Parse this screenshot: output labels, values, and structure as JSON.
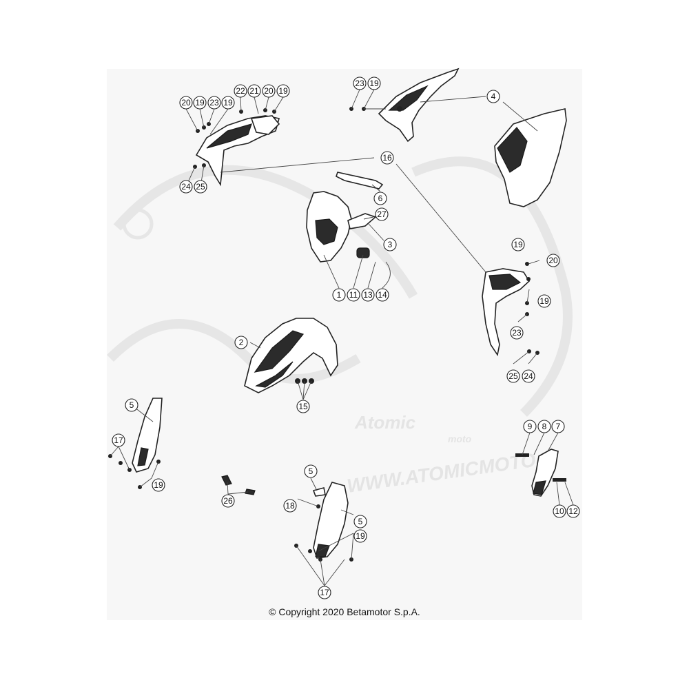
{
  "watermark": {
    "brand": "Atomic",
    "sub": "moto",
    "url": "WWW.ATOMICMOTO"
  },
  "copyright": "© Copyright 2020 Betamotor S.p.A.",
  "callouts": [
    {
      "n": "20"
    },
    {
      "n": "19"
    },
    {
      "n": "23"
    },
    {
      "n": "19"
    },
    {
      "n": "22"
    },
    {
      "n": "21"
    },
    {
      "n": "20"
    },
    {
      "n": "19"
    },
    {
      "n": "24"
    },
    {
      "n": "25"
    },
    {
      "n": "23"
    },
    {
      "n": "19"
    },
    {
      "n": "4"
    },
    {
      "n": "16"
    },
    {
      "n": "6"
    },
    {
      "n": "27"
    },
    {
      "n": "3"
    },
    {
      "n": "1"
    },
    {
      "n": "11"
    },
    {
      "n": "13"
    },
    {
      "n": "14"
    },
    {
      "n": "19"
    },
    {
      "n": "20"
    },
    {
      "n": "19"
    },
    {
      "n": "23"
    },
    {
      "n": "25"
    },
    {
      "n": "24"
    },
    {
      "n": "2"
    },
    {
      "n": "15"
    },
    {
      "n": "5"
    },
    {
      "n": "17"
    },
    {
      "n": "19"
    },
    {
      "n": "26"
    },
    {
      "n": "5"
    },
    {
      "n": "18"
    },
    {
      "n": "5"
    },
    {
      "n": "19"
    },
    {
      "n": "17"
    },
    {
      "n": "9"
    },
    {
      "n": "8"
    },
    {
      "n": "7"
    },
    {
      "n": "10"
    },
    {
      "n": "12"
    }
  ]
}
